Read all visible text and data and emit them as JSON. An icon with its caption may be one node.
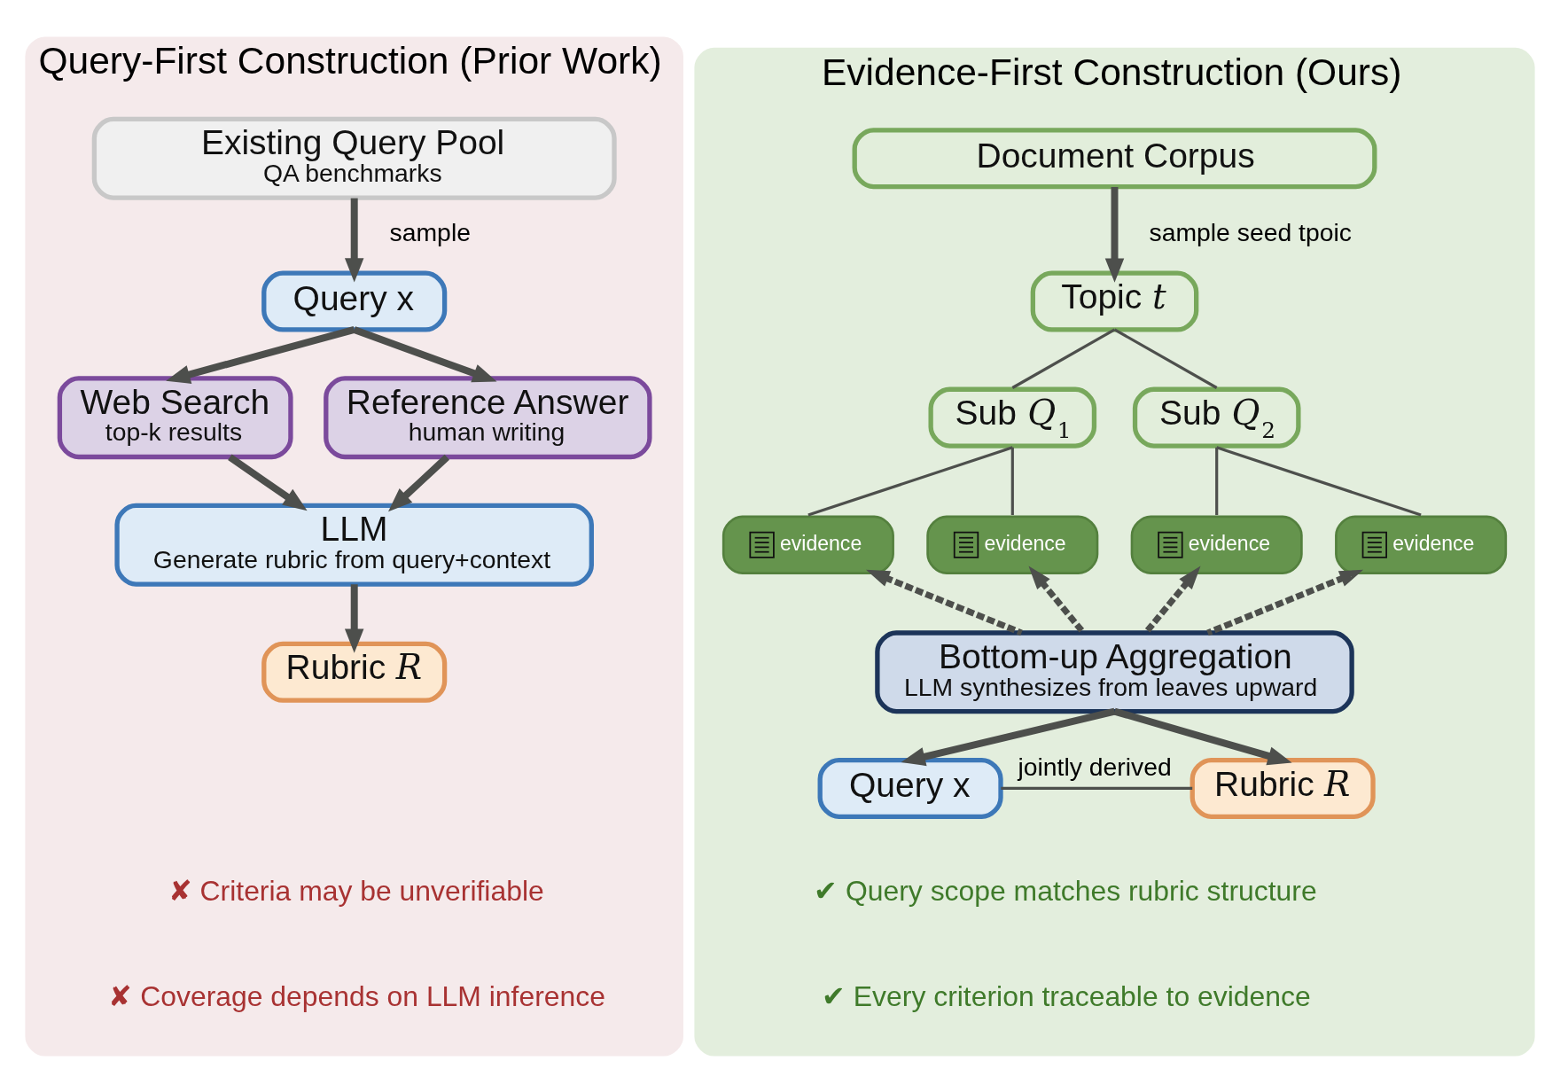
{
  "diagram": {
    "nodes": [
      {
        "text": [
          "Query-First Construction (Prior Work)"
        ]
      },
      {
        "text": [
          "Existing Query Pool",
          "QA benchmarks"
        ],
        "in": 0
      },
      {
        "text": [
          "Query x"
        ],
        "in": 0
      },
      {
        "text": [
          "Web Search",
          "top-k results"
        ],
        "in": 0
      },
      {
        "text": [
          "Reference Answer",
          "human writing"
        ],
        "in": 0
      },
      {
        "text": [
          "LLM",
          "Generate rubric from query+context"
        ],
        "in": 0
      },
      {
        "text": [
          "Rubric *R*"
        ],
        "in": 0
      },
      {
        "text": [
          "Evidence-First Construction (Ours)"
        ]
      },
      {
        "text": [
          "Document Corpus"
        ],
        "in": 7
      },
      {
        "text": [
          "Topic *t*"
        ],
        "in": 7
      },
      {
        "text": [
          "Sub *Q*$_{1}$"
        ],
        "in": 7
      },
      {
        "text": [
          "Sub *Q*$_{2}$"
        ],
        "in": 7
      },
      {
        "text": [
          "evidence"
        ],
        "in": 7
      },
      {
        "text": [
          "evidence"
        ],
        "in": 7
      },
      {
        "text": [
          "evidence"
        ],
        "in": 7
      },
      {
        "text": [
          "evidence"
        ],
        "in": 7
      },
      {
        "text": [
          "Bottom-up Aggregation",
          "LLM synthesizes from leaves upward"
        ],
        "in": 7
      },
      {
        "text": [
          "Query x"
        ],
        "in": 7
      },
      {
        "text": [
          "Rubric *R*"
        ],
        "in": 7
      }
    ],
    "edges": [
      {
        "from": 1,
        "to": 2,
        "arrow": "to",
        "label": "sample"
      },
      {
        "from": 2,
        "to": 3,
        "arrow": "to"
      },
      {
        "from": 2,
        "to": 4,
        "arrow": "to"
      },
      {
        "from": 3,
        "to": 5,
        "arrow": "to"
      },
      {
        "from": 4,
        "to": 5,
        "arrow": "to"
      },
      {
        "from": 5,
        "to": 6,
        "arrow": "to"
      },
      {
        "from": 8,
        "to": 9,
        "arrow": "to",
        "label": "sample seed tpoic"
      },
      {
        "from": 9,
        "to": 10,
        "arrow": "none"
      },
      {
        "from": 9,
        "to": 11,
        "arrow": "none"
      },
      {
        "from": 10,
        "to": 12,
        "arrow": "none"
      },
      {
        "from": 10,
        "to": 13,
        "arrow": "none"
      },
      {
        "from": 11,
        "to": 14,
        "arrow": "none"
      },
      {
        "from": 11,
        "to": 15,
        "arrow": "none"
      },
      {
        "from": 16,
        "to": 12,
        "arrow": "to",
        "style": "dashed"
      },
      {
        "from": 16,
        "to": 13,
        "arrow": "to",
        "style": "dashed"
      },
      {
        "from": 16,
        "to": 14,
        "arrow": "to",
        "style": "dashed"
      },
      {
        "from": 16,
        "to": 15,
        "arrow": "to",
        "style": "dashed"
      },
      {
        "from": 16,
        "to": 17,
        "arrow": "to"
      },
      {
        "from": 16,
        "to": 18,
        "arrow": "to"
      },
      {
        "from": 17,
        "to": 18,
        "arrow": "none",
        "label": "jointly derived"
      }
    ],
    "labels": [
      "✘ Criteria may be unverifiable",
      "✘ Coverage depends on LLM inference",
      "✔ Query scope matches rubric structure",
      "✔ Every criterion traceable to evidence"
    ]
  }
}
